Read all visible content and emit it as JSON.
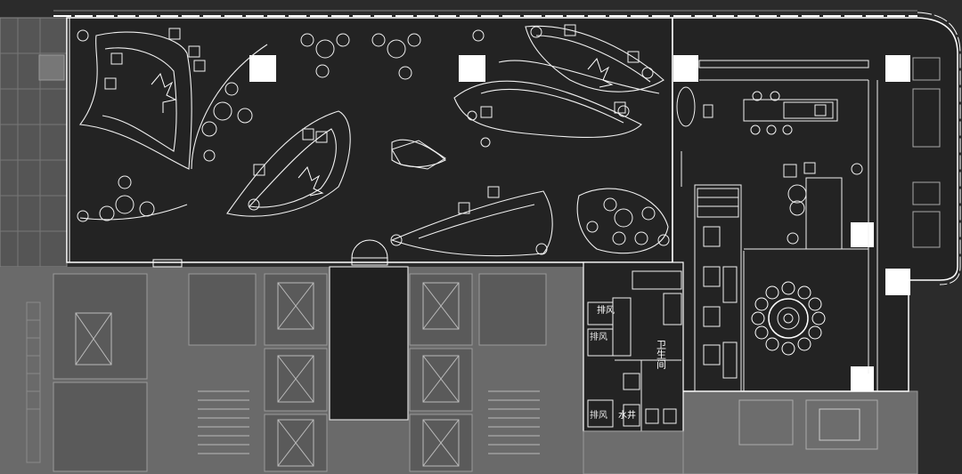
{
  "labels": {
    "washroom": "卫生间",
    "exhaust": "排风",
    "exhaust_2": "排风",
    "exhaust_3": "排风",
    "water_well": "水井"
  },
  "colors": {
    "background": "#2a2a2a",
    "plan_fill": "#232323",
    "line_white": "#ffffff",
    "line_grey": "#8c8c8c",
    "context_fill": "#6a6a6a"
  }
}
